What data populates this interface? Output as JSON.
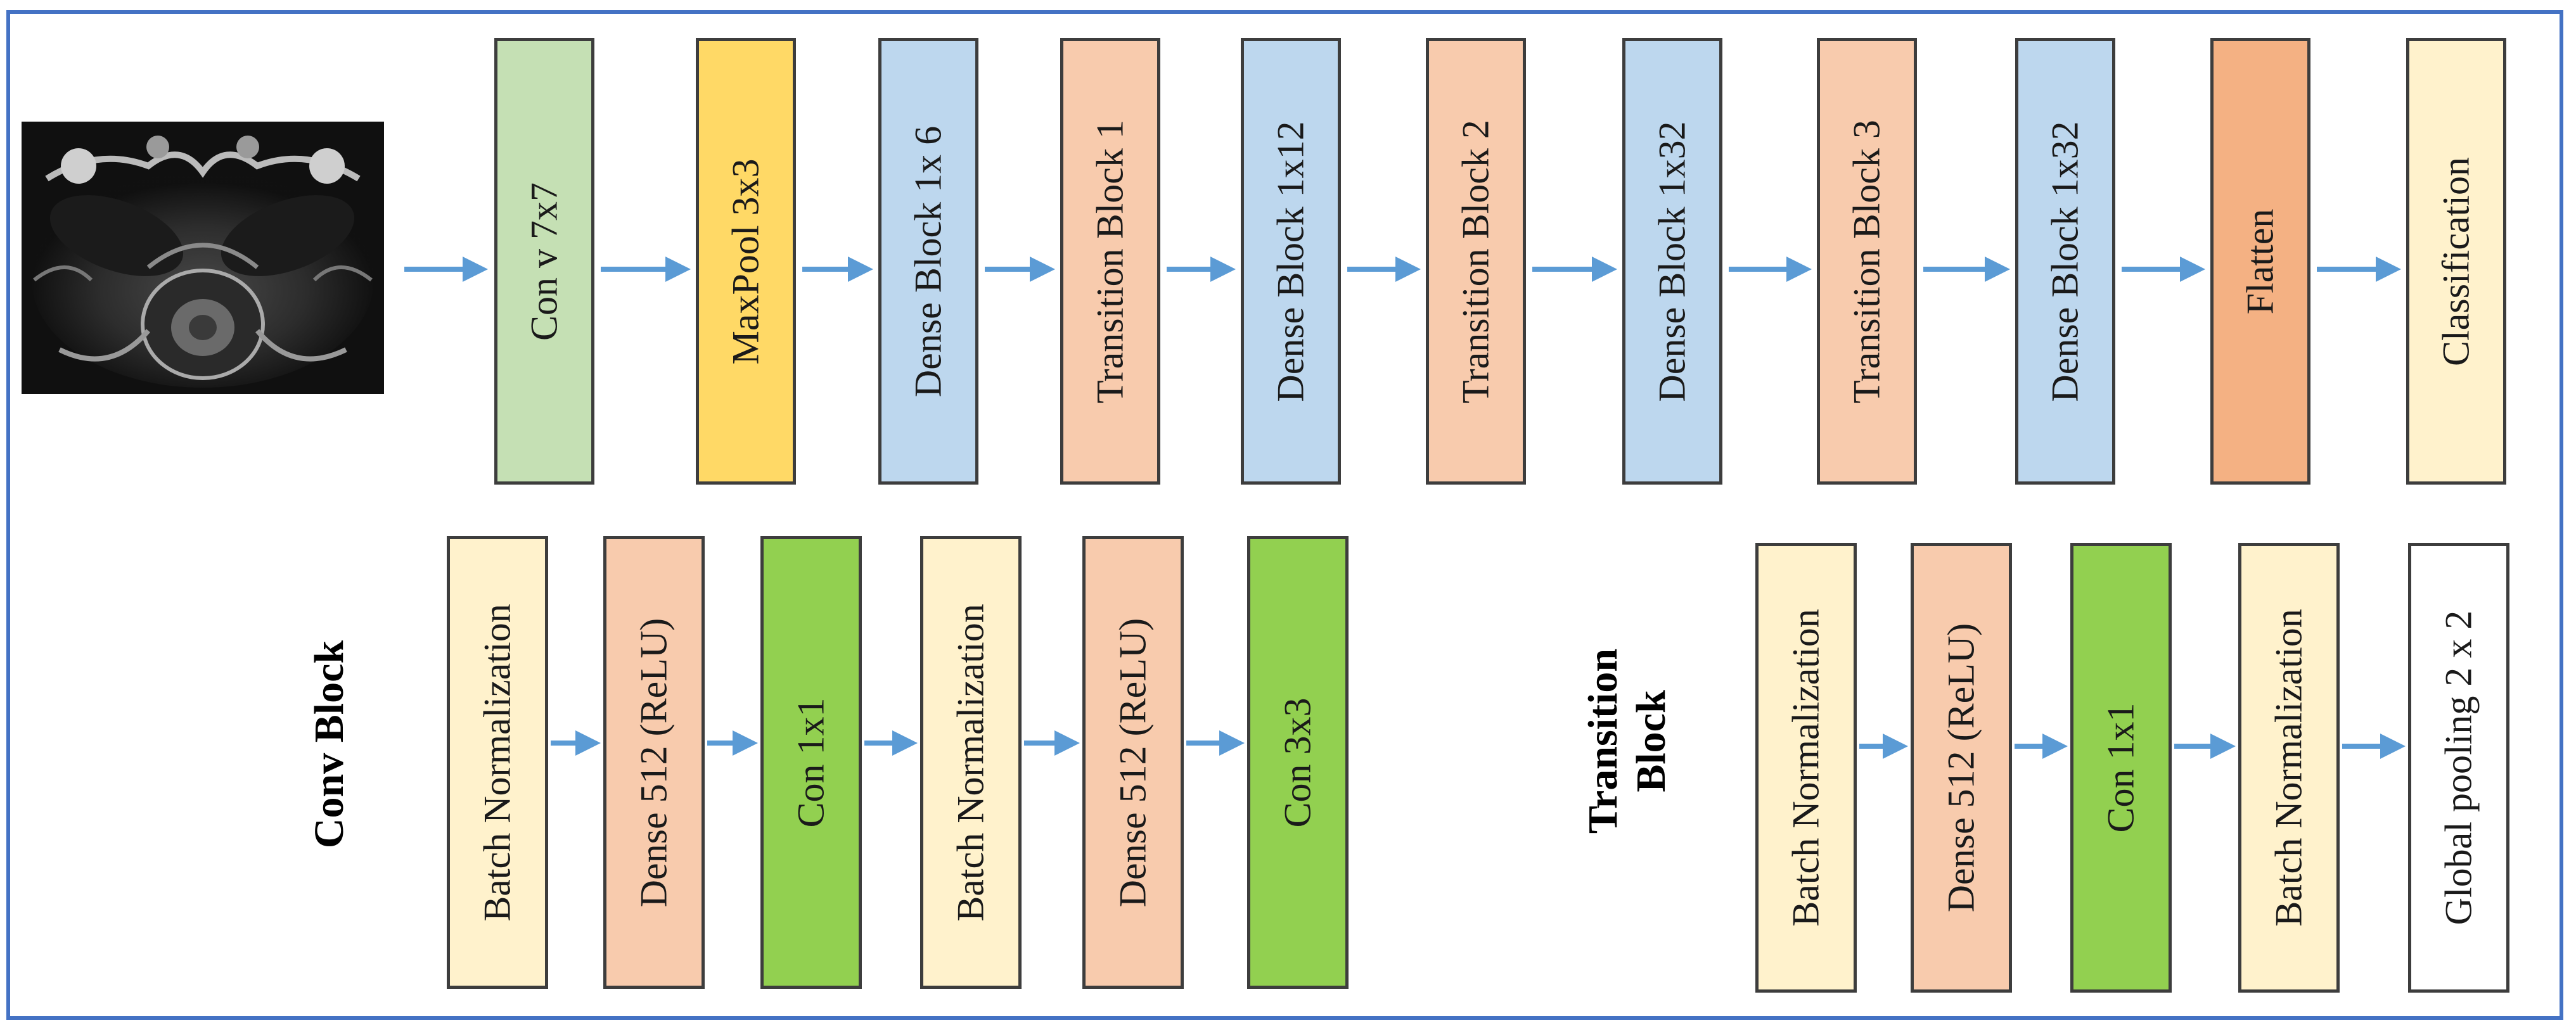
{
  "colors": {
    "frame": "#4472c4",
    "arrow": "#5b9bd5",
    "green_light": "#c5e0b4",
    "yellow": "#ffd966",
    "blue_light": "#bdd7ee",
    "peach": "#f8cbad",
    "orange": "#f4b183",
    "cream": "#fff2cc",
    "green_bright": "#92d050",
    "white": "#ffffff"
  },
  "input_image": {
    "icon": "mri-scan-image"
  },
  "main_pipeline": [
    {
      "label": "Con v 7x7",
      "color": "green_light"
    },
    {
      "label": "MaxPool 3x3",
      "color": "yellow"
    },
    {
      "label": "Dense Block 1x 6",
      "color": "blue_light"
    },
    {
      "label": "Transition Block 1",
      "color": "peach"
    },
    {
      "label": "Dense Block 1x12",
      "color": "blue_light"
    },
    {
      "label": "Transition Block 2",
      "color": "peach"
    },
    {
      "label": "Dense Block 1x32",
      "color": "blue_light"
    },
    {
      "label": "Transition Block 3",
      "color": "peach"
    },
    {
      "label": "Dense Block 1x32",
      "color": "blue_light"
    },
    {
      "label": "Flatten",
      "color": "orange"
    },
    {
      "label": "Classification",
      "color": "cream"
    }
  ],
  "conv_block": {
    "title": "Conv Block",
    "layers": [
      {
        "label": "Batch Normalization",
        "color": "cream"
      },
      {
        "label": "Dense 512 (ReLU)",
        "color": "peach"
      },
      {
        "label": "Con 1x1",
        "color": "green_bright"
      },
      {
        "label": "Batch Normalization",
        "color": "cream"
      },
      {
        "label": "Dense 512 (ReLU)",
        "color": "peach"
      },
      {
        "label": "Con 3x3",
        "color": "green_bright"
      }
    ]
  },
  "transition_block": {
    "title": "Transition Block",
    "title_lines": [
      "Transition",
      "Block"
    ],
    "layers": [
      {
        "label": "Batch Normalization",
        "color": "cream"
      },
      {
        "label": "Dense 512 (ReLU)",
        "color": "peach"
      },
      {
        "label": "Con 1x1",
        "color": "green_bright"
      },
      {
        "label": "Batch Normalization",
        "color": "cream"
      },
      {
        "label": "Global pooling 2 x 2",
        "color": "white"
      }
    ]
  }
}
